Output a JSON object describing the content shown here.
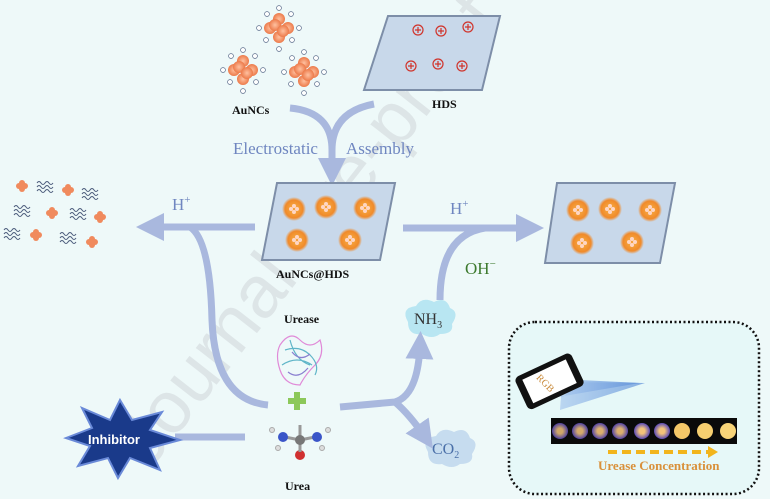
{
  "diagram": {
    "labels": {
      "auncs": "AuNCs",
      "hds": "HDS",
      "electrostatic": "Electrostatic",
      "assembly": "Assembly",
      "auncs_hds": "AuNCs@HDS",
      "h_plus_left": "H",
      "h_plus_right": "H",
      "plus_sup": "+",
      "oh": "OH",
      "minus_sup": "−",
      "nh3": "NH",
      "nh3_sub": "3",
      "co2": "CO",
      "co2_sub": "2",
      "urease": "Urease",
      "urea": "Urea",
      "inhibitor": "Inhibitor",
      "rgb": "RGB",
      "urease_concentration": "Urease Concentration"
    },
    "watermark": "Journal Pre-proof",
    "colors": {
      "background": "#eef9f9",
      "arrow": "#a9b8de",
      "label_blue": "#6f86c0",
      "nanocluster": "#f08a5d",
      "glow": "#f0902a",
      "positive_charge": "#d0342c",
      "oh_green": "#3d7a2e",
      "concentration_text": "#d9903a",
      "concentration_arrow": "#f2b51c"
    }
  }
}
